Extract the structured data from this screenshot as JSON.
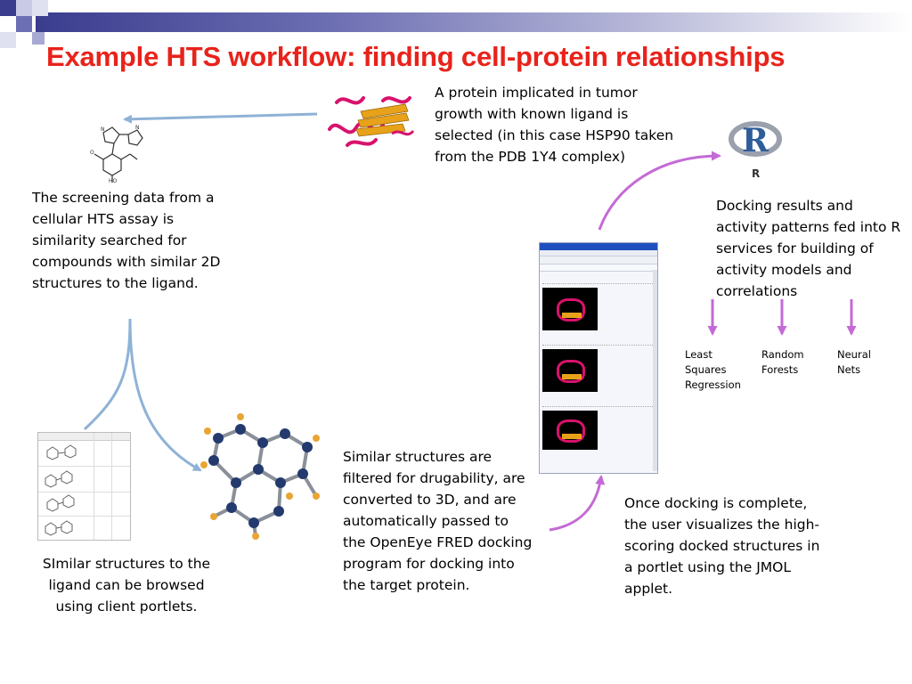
{
  "slide": {
    "title": "Example HTS workflow: finding cell-protein relationships",
    "colors": {
      "title": "#e8231b",
      "header_bar": "#3a3c8e",
      "blue_arrow": "#8fb2d6",
      "purple_arrow": "#c46ad6",
      "helix": "#d8126c",
      "sheet": "#e8a21a"
    }
  },
  "texts": {
    "protein_selected": "A protein implicated in tumor growth with known ligand is selected (in this case HSP90 taken from the PDB 1Y4 complex)",
    "screening": "The screening data from a cellular HTS assay is similarity searched for compounds with similar 2D structures to the ligand.",
    "docking_results": "Docking results and activity patterns fed into R services for building of activity models and correlations",
    "browse": "SImilar structures to the ligand can be browsed using client portlets.",
    "filtered": "Similar structures are filtered for drugability, are converted to 3D, and are automatically passed to the OpenEye FRED docking program for docking into the target protein.",
    "docking_complete": "Once docking is complete, the user visualizes the high-scoring docked structures in a portlet using the  JMOL applet."
  },
  "models": {
    "least_squares": [
      "Least",
      "Squares",
      "Regression"
    ],
    "random_forests": [
      "Random",
      "Forests"
    ],
    "neural_nets": [
      "Neural",
      "Nets"
    ]
  },
  "r_logo": {
    "letter": "R",
    "caption": "R"
  }
}
